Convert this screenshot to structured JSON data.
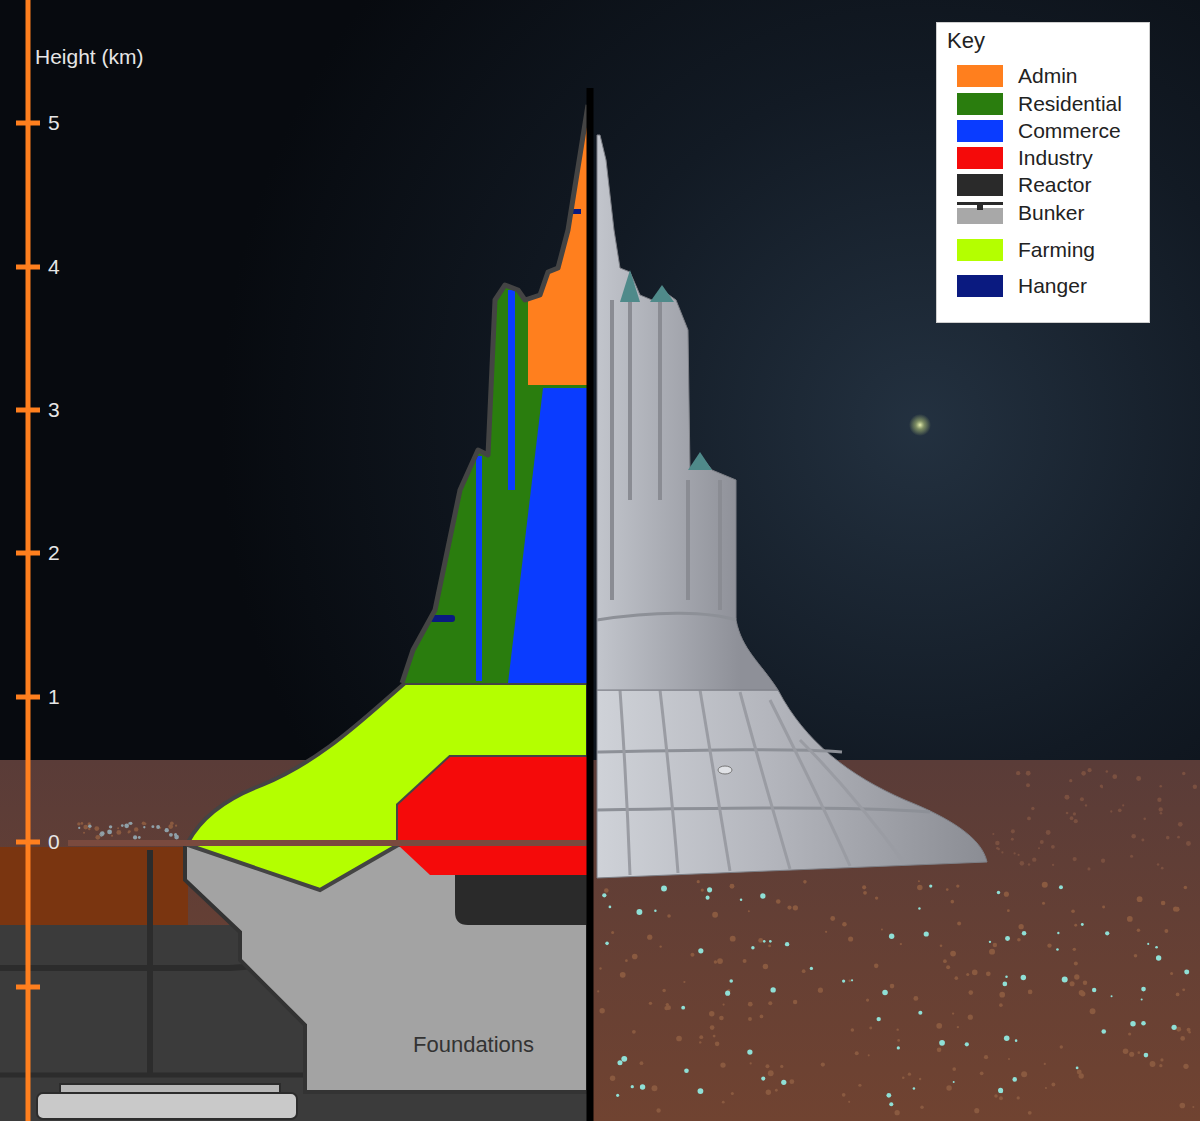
{
  "diagram": {
    "labels": [
      "Height (km)",
      "5",
      "4",
      "3",
      "2",
      "1",
      "0",
      "Key",
      "Foundations"
    ],
    "legend": [
      {
        "text": "Admin",
        "color": "#ff7f1e"
      },
      {
        "text": "Residential",
        "color": "#2a7d0e"
      },
      {
        "text": "Commerce",
        "color": "#0a3cff"
      },
      {
        "text": "Industry",
        "color": "#f50a0a"
      },
      {
        "text": "Reactor",
        "color": "#2a2a2a"
      },
      {
        "text": "Bunker"
      },
      {
        "text": "Farming",
        "color": "#b4ff00"
      },
      {
        "text": "Hanger",
        "color": "#0a1a80"
      }
    ]
  }
}
